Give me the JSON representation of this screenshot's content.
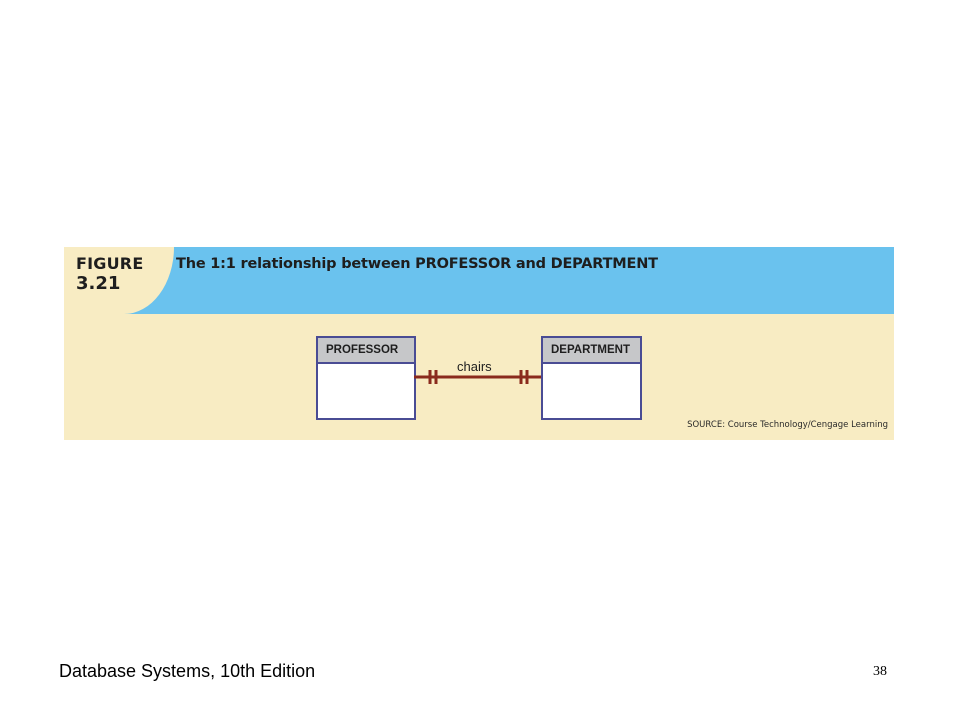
{
  "figure": {
    "label": "FIGURE",
    "number": "3.21",
    "title": "The 1:1 relationship between PROFESSOR and DEPARTMENT",
    "source": "SOURCE: Course Technology/Cengage Learning"
  },
  "diagram": {
    "entities": [
      {
        "name": "PROFESSOR"
      },
      {
        "name": "DEPARTMENT"
      }
    ],
    "relationship": {
      "label": "chairs",
      "cardinality": "1:1",
      "notation": "crow's foot, mandatory one on both ends"
    }
  },
  "colors": {
    "header_band": "#6ac2ee",
    "figure_background": "#f8ecc3",
    "entity_border": "#4a4c94",
    "entity_header": "#c6c7c9",
    "relationship_line": "#8a2a1c"
  },
  "footer": {
    "text": "Database Systems, 10th Edition",
    "page_number": "38"
  }
}
